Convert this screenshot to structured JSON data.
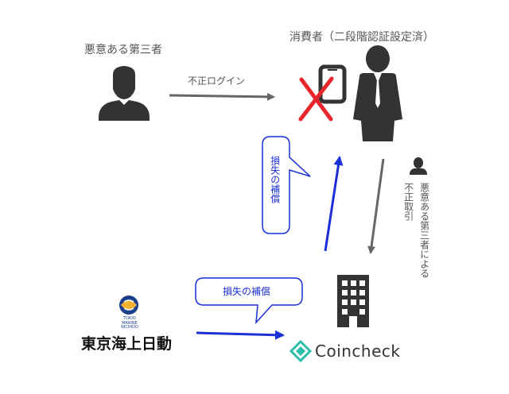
{
  "labels": {
    "attacker_top": "悪意ある第三者",
    "consumer": "消費者（二段階認証設定済）",
    "illegal_login": "不正ログイン",
    "compensation_vertical": "損失の補償",
    "compensation_horizontal": "損失の補償",
    "illegal_transaction": "不正取引",
    "by_attacker": "悪意ある第三者による"
  },
  "logos": {
    "insurer_small": "TOKIO MARINE NICHIDO",
    "insurer_name": "東京海上日動",
    "exchange_name": "Coincheck"
  },
  "colors": {
    "gray_arrow": "#666666",
    "blue_arrow": "#1a2fd6",
    "person": "#333333",
    "red_x": "#e8262b",
    "coincheck": "#2dbfae"
  }
}
